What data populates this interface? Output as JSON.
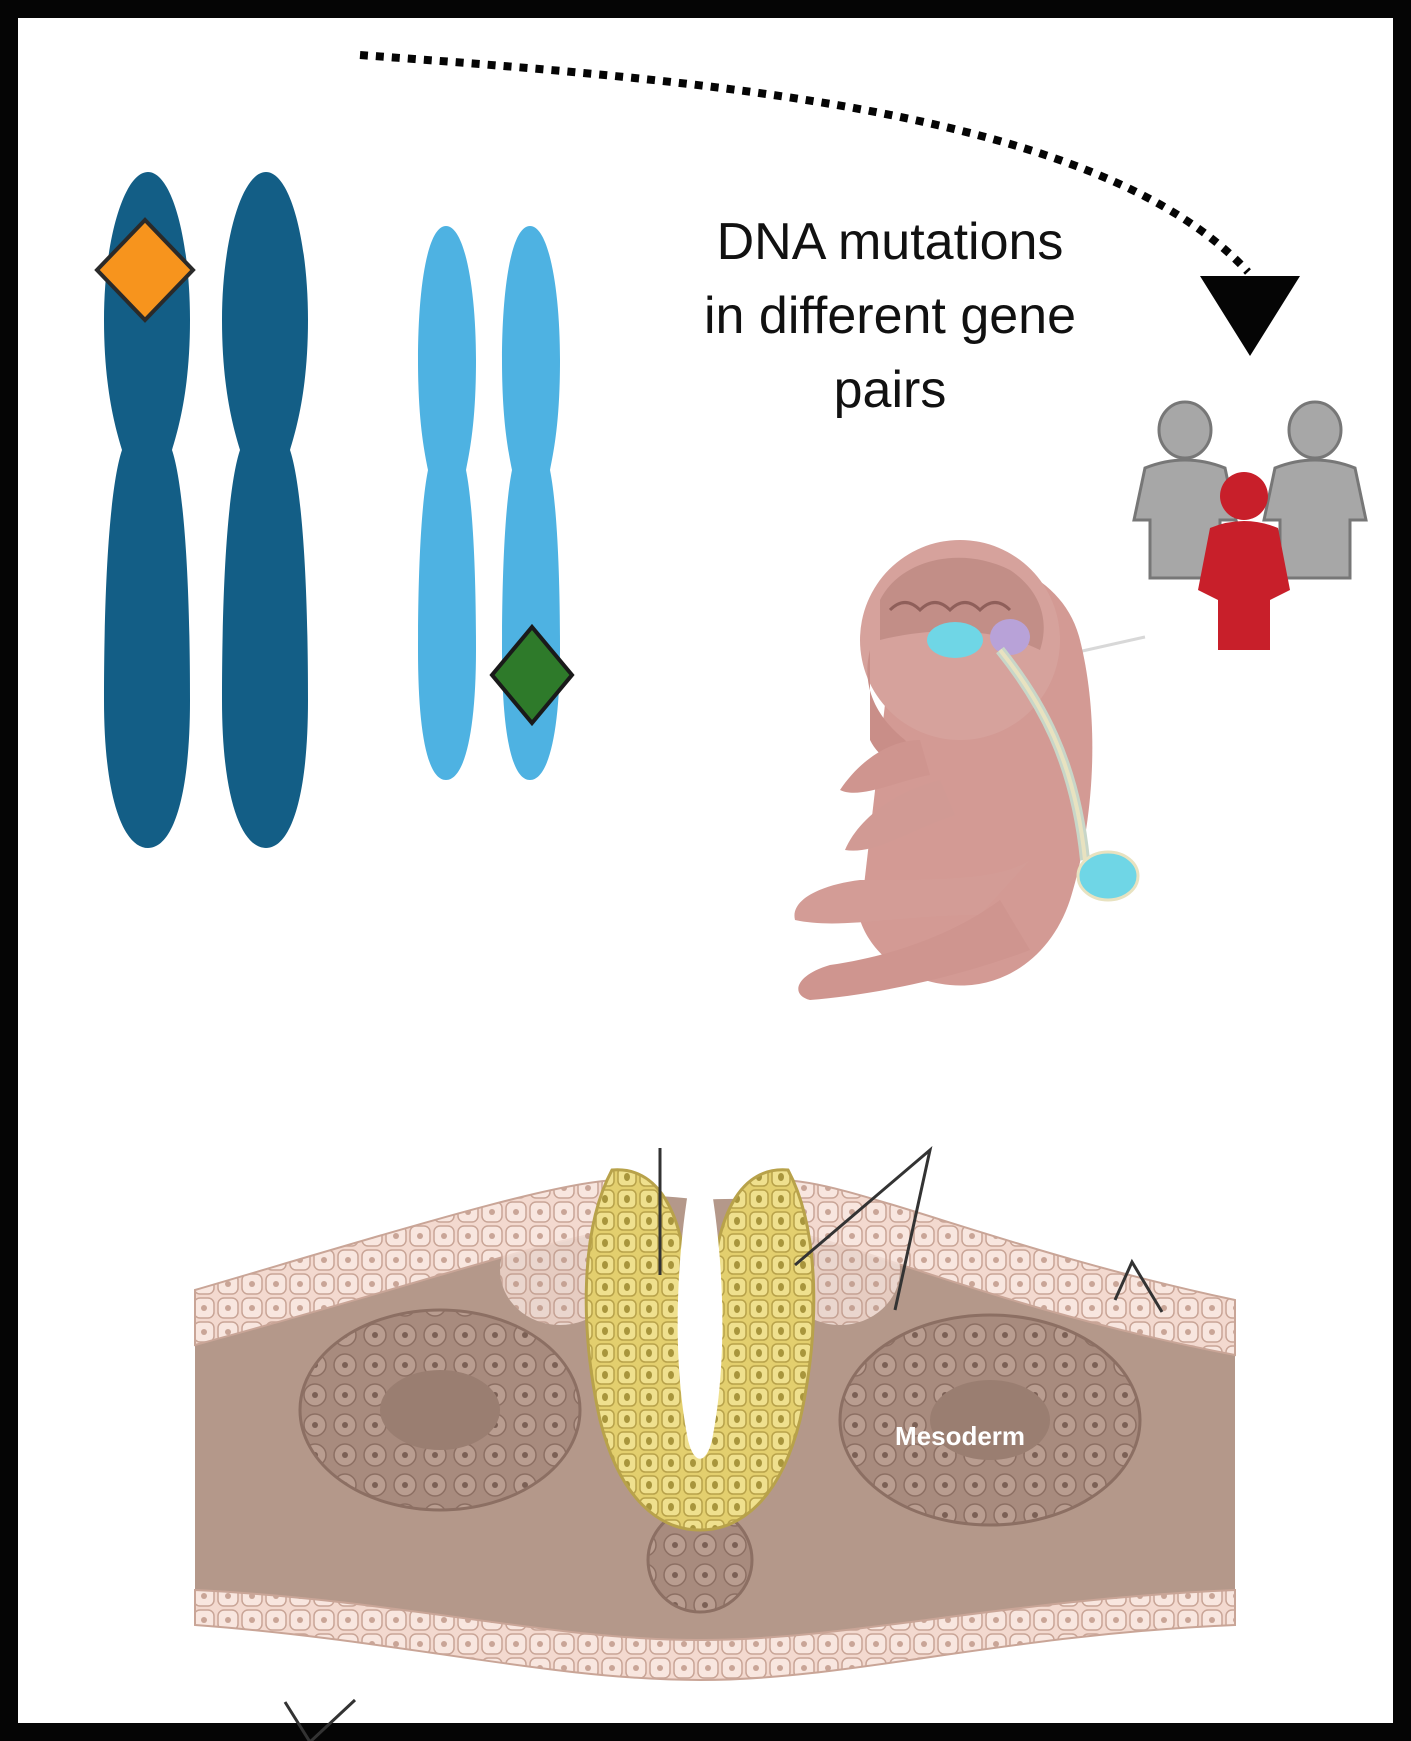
{
  "caption": {
    "line1": "DNA mutations",
    "line2": "in different gene",
    "line3": "pairs"
  },
  "tissue_label": "Mesoderm",
  "colors": {
    "frame": "#050505",
    "chromosome_pair_1": "#135e86",
    "chromosome_pair_2": "#4eb2e2",
    "mutation_marker_1": "#f7941d",
    "mutation_marker_2": "#2e7a2a",
    "affected_person": "#c81f2a",
    "unaffected_person": "#a7a7a7",
    "neural_tube": "#e8d67a",
    "tissue": "#b4988a"
  },
  "icons": [
    "chromosome-icon",
    "mutation-marker-icon",
    "family-icon",
    "fetus-illustration",
    "neural-tube-cross-section"
  ]
}
